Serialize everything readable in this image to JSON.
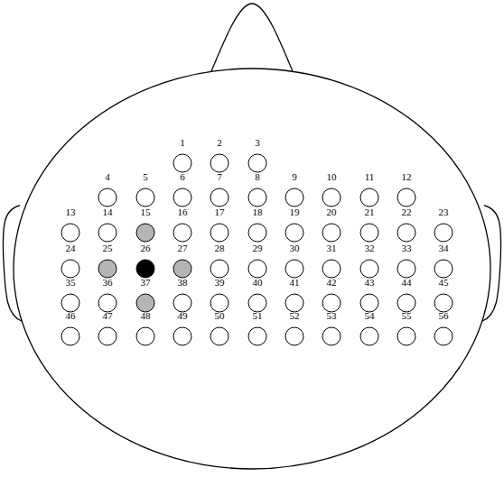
{
  "diagram": {
    "nodes": [
      {
        "text": [
          "1"
        ]
      },
      {
        "text": [
          "2"
        ]
      },
      {
        "text": [
          "3"
        ]
      },
      {
        "text": [
          "4"
        ]
      },
      {
        "text": [
          "5"
        ]
      },
      {
        "text": [
          "6"
        ]
      },
      {
        "text": [
          "7"
        ]
      },
      {
        "text": [
          "8"
        ]
      },
      {
        "text": [
          "9"
        ]
      },
      {
        "text": [
          "10"
        ]
      },
      {
        "text": [
          "11"
        ]
      },
      {
        "text": [
          "12"
        ]
      },
      {
        "text": [
          "13"
        ]
      },
      {
        "text": [
          "14"
        ]
      },
      {
        "text": [
          "15"
        ]
      },
      {
        "text": [
          "16"
        ]
      },
      {
        "text": [
          "17"
        ]
      },
      {
        "text": [
          "18"
        ]
      },
      {
        "text": [
          "19"
        ]
      },
      {
        "text": [
          "20"
        ]
      },
      {
        "text": [
          "21"
        ]
      },
      {
        "text": [
          "22"
        ]
      },
      {
        "text": [
          "23"
        ]
      },
      {
        "text": [
          "24"
        ]
      },
      {
        "text": [
          "25"
        ]
      },
      {
        "text": [
          "26"
        ]
      },
      {
        "text": [
          "27"
        ]
      },
      {
        "text": [
          "28"
        ]
      },
      {
        "text": [
          "29"
        ]
      },
      {
        "text": [
          "30"
        ]
      },
      {
        "text": [
          "31"
        ]
      },
      {
        "text": [
          "32"
        ]
      },
      {
        "text": [
          "33"
        ]
      },
      {
        "text": [
          "34"
        ]
      },
      {
        "text": [
          "35"
        ]
      },
      {
        "text": [
          "36"
        ]
      },
      {
        "text": [
          "37"
        ]
      },
      {
        "text": [
          "38"
        ]
      },
      {
        "text": [
          "39"
        ]
      },
      {
        "text": [
          "40"
        ]
      },
      {
        "text": [
          "41"
        ]
      },
      {
        "text": [
          "42"
        ]
      },
      {
        "text": [
          "43"
        ]
      },
      {
        "text": [
          "44"
        ]
      },
      {
        "text": [
          "45"
        ]
      },
      {
        "text": [
          "46"
        ]
      },
      {
        "text": [
          "47"
        ]
      },
      {
        "text": [
          "48"
        ]
      },
      {
        "text": [
          "49"
        ]
      },
      {
        "text": [
          "50"
        ]
      },
      {
        "text": [
          "51"
        ]
      },
      {
        "text": [
          "52"
        ]
      },
      {
        "text": [
          "53"
        ]
      },
      {
        "text": [
          "54"
        ]
      },
      {
        "text": [
          "55"
        ]
      },
      {
        "text": [
          "56"
        ]
      }
    ]
  }
}
